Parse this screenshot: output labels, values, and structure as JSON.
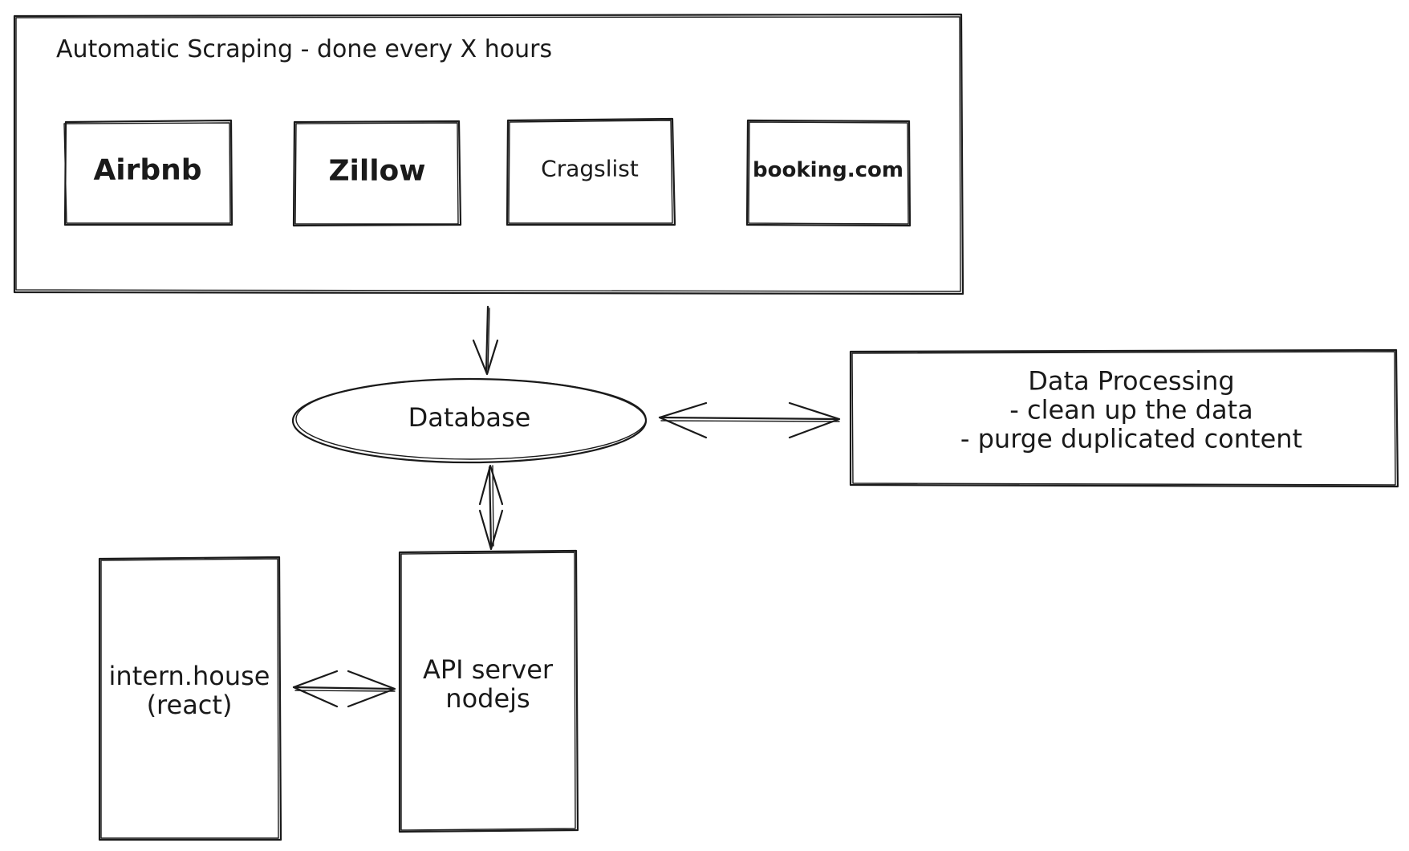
{
  "scraping": {
    "title": "Automatic Scraping - done every X hours",
    "sources": [
      {
        "label": "Airbnb"
      },
      {
        "label": "Zillow"
      },
      {
        "label": "Cragslist"
      },
      {
        "label": "booking.com"
      }
    ]
  },
  "database": {
    "label": "Database"
  },
  "processing": {
    "title": "Data Processing",
    "steps": [
      "- clean up the data",
      "- purge duplicated content"
    ]
  },
  "api": {
    "line1": "API server",
    "line2": "nodejs"
  },
  "frontend": {
    "line1": "intern.house",
    "line2": "(react)"
  },
  "colors": {
    "stroke": "#1a1a1a",
    "background": "#ffffff"
  }
}
